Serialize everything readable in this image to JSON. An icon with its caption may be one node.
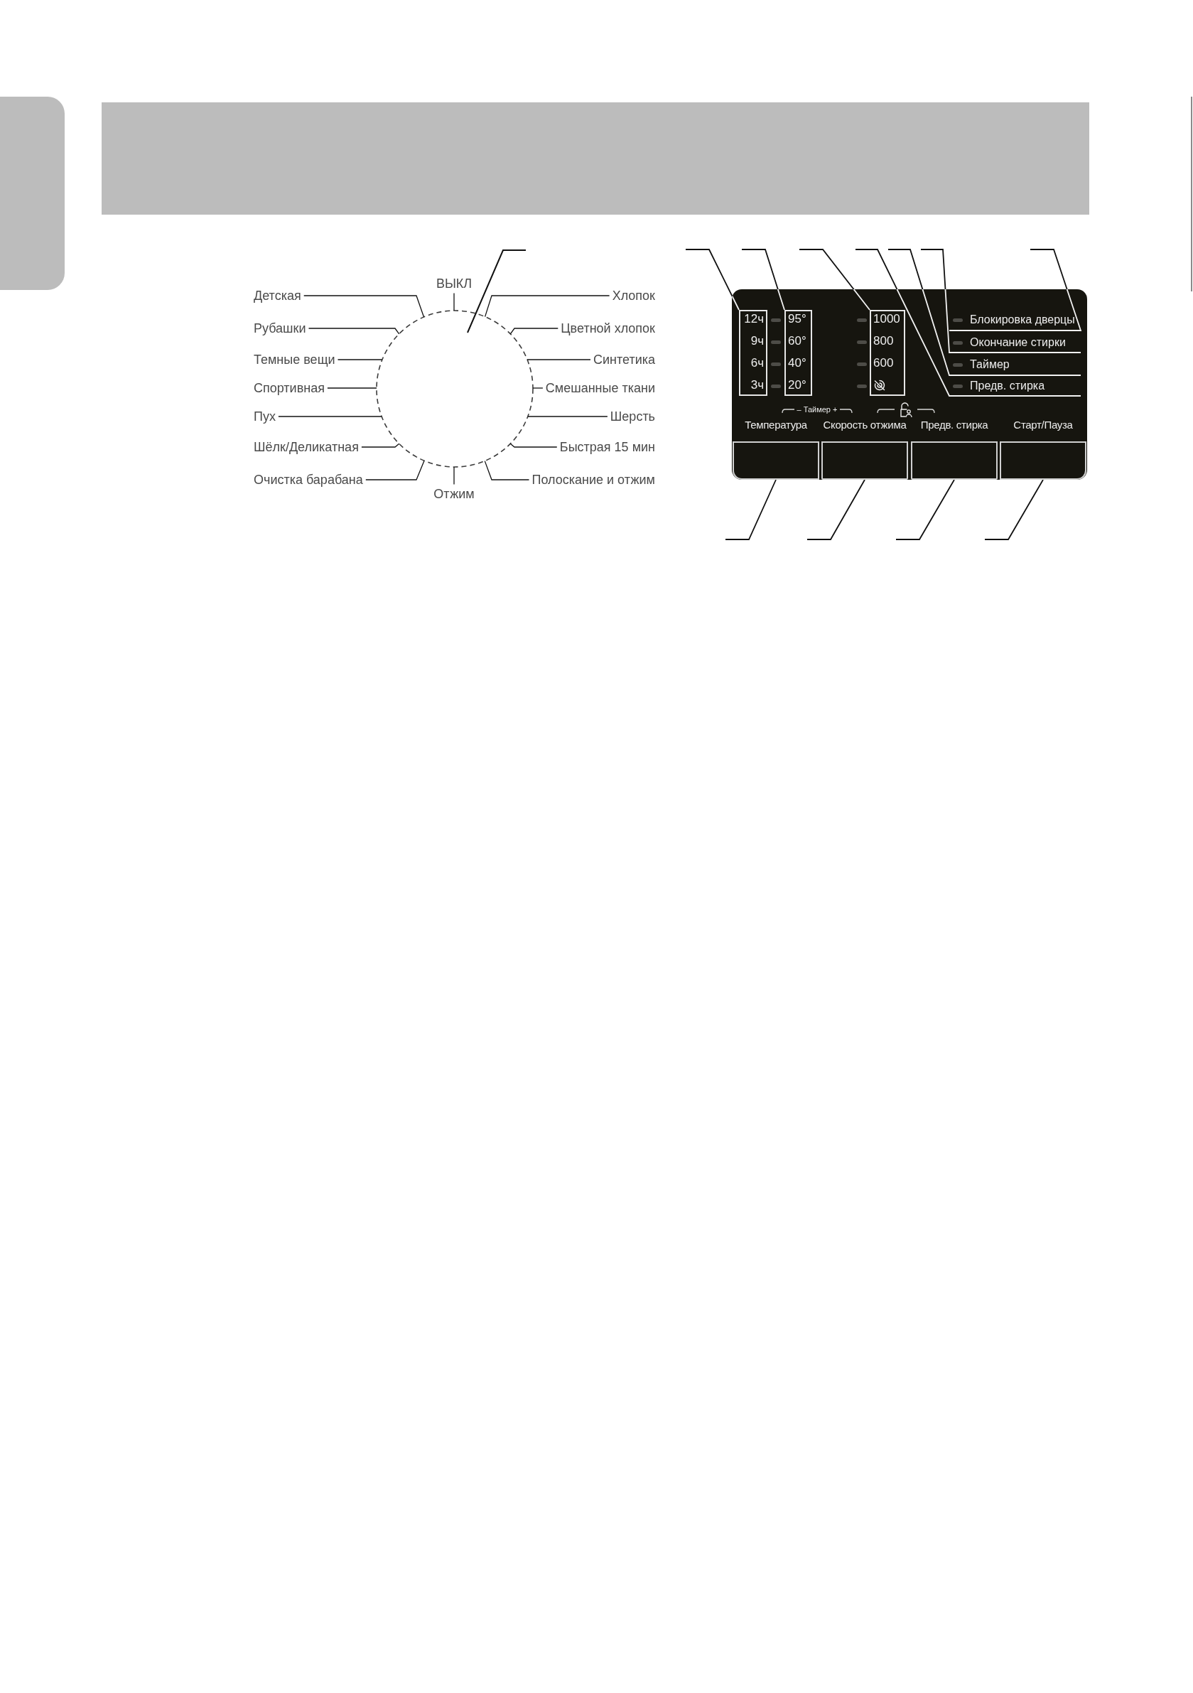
{
  "diagram": {
    "nodes": [
      {
        "text": [],
        "shape": "circle"
      },
      {
        "text": [
          "ВЫКЛ"
        ]
      },
      {
        "text": [
          "Детская"
        ]
      },
      {
        "text": [
          "Хлопок"
        ]
      },
      {
        "text": [
          "Рубашки"
        ]
      },
      {
        "text": [
          "Цветной хлопок"
        ]
      },
      {
        "text": [
          "Темные вещи"
        ]
      },
      {
        "text": [
          "Синтетика"
        ]
      },
      {
        "text": [
          "Спортивная"
        ]
      },
      {
        "text": [
          "Смешанные ткани"
        ]
      },
      {
        "text": [
          "Пух"
        ]
      },
      {
        "text": [
          "Шерсть"
        ]
      },
      {
        "text": [
          "Шёлк/Деликатная"
        ]
      },
      {
        "text": [
          "Быстрая 15 мин"
        ]
      },
      {
        "text": [
          "Очистка барабана"
        ]
      },
      {
        "text": [
          "Полоскание и отжим"
        ]
      },
      {
        "text": [
          "Отжим"
        ]
      },
      {
        "text": [],
        "shape": "box"
      },
      {
        "text": [
          "12ч",
          "9ч",
          "6ч",
          "3ч"
        ],
        "in": 17
      },
      {
        "text": [
          "95°",
          "60°",
          "40°",
          "20°"
        ],
        "in": 17
      },
      {
        "text": [
          "1000",
          "800",
          "600"
        ],
        "in": 17
      },
      {
        "text": [
          "Блокировка дверцы"
        ],
        "in": 17
      },
      {
        "text": [
          "Окончание стирки"
        ],
        "in": 17
      },
      {
        "text": [
          "Таймер"
        ],
        "in": 17
      },
      {
        "text": [
          "Предв. стирка"
        ],
        "in": 17
      },
      {
        "text": [
          "Температура"
        ],
        "in": 17
      },
      {
        "text": [
          "Скорость отжима"
        ],
        "in": 17
      },
      {
        "text": [
          "Предв. стирка"
        ],
        "in": 17
      },
      {
        "text": [
          "Старт/Пауза"
        ],
        "in": 17
      }
    ],
    "edges": [
      {
        "from": 1,
        "to": 0,
        "arrow": "none"
      },
      {
        "from": 2,
        "to": 0,
        "arrow": "none"
      },
      {
        "from": 3,
        "to": 0,
        "arrow": "none"
      },
      {
        "from": 4,
        "to": 0,
        "arrow": "none"
      },
      {
        "from": 5,
        "to": 0,
        "arrow": "none"
      },
      {
        "from": 6,
        "to": 0,
        "arrow": "none"
      },
      {
        "from": 7,
        "to": 0,
        "arrow": "none"
      },
      {
        "from": 8,
        "to": 0,
        "arrow": "none"
      },
      {
        "from": 9,
        "to": 0,
        "arrow": "none"
      },
      {
        "from": 10,
        "to": 0,
        "arrow": "none"
      },
      {
        "from": 11,
        "to": 0,
        "arrow": "none"
      },
      {
        "from": 12,
        "to": 0,
        "arrow": "none"
      },
      {
        "from": 13,
        "to": 0,
        "arrow": "none"
      },
      {
        "from": 14,
        "to": 0,
        "arrow": "none"
      },
      {
        "from": 15,
        "to": 0,
        "arrow": "none"
      },
      {
        "from": 16,
        "to": 0,
        "arrow": "none"
      },
      {
        "from": null,
        "to": 0,
        "arrow": "none"
      },
      {
        "from": null,
        "to": 18,
        "arrow": "none"
      },
      {
        "from": null,
        "to": 19,
        "arrow": "none"
      },
      {
        "from": null,
        "to": 20,
        "arrow": "none"
      },
      {
        "from": null,
        "to": 24,
        "arrow": "none"
      },
      {
        "from": null,
        "to": 23,
        "arrow": "none"
      },
      {
        "from": null,
        "to": 22,
        "arrow": "none"
      },
      {
        "from": null,
        "to": 21,
        "arrow": "none"
      },
      {
        "from": null,
        "to": 25,
        "arrow": "none"
      },
      {
        "from": null,
        "to": 26,
        "arrow": "none"
      },
      {
        "from": null,
        "to": 27,
        "arrow": "none"
      },
      {
        "from": null,
        "to": 28,
        "arrow": "none"
      }
    ],
    "labels": [
      "– Таймер +"
    ]
  }
}
